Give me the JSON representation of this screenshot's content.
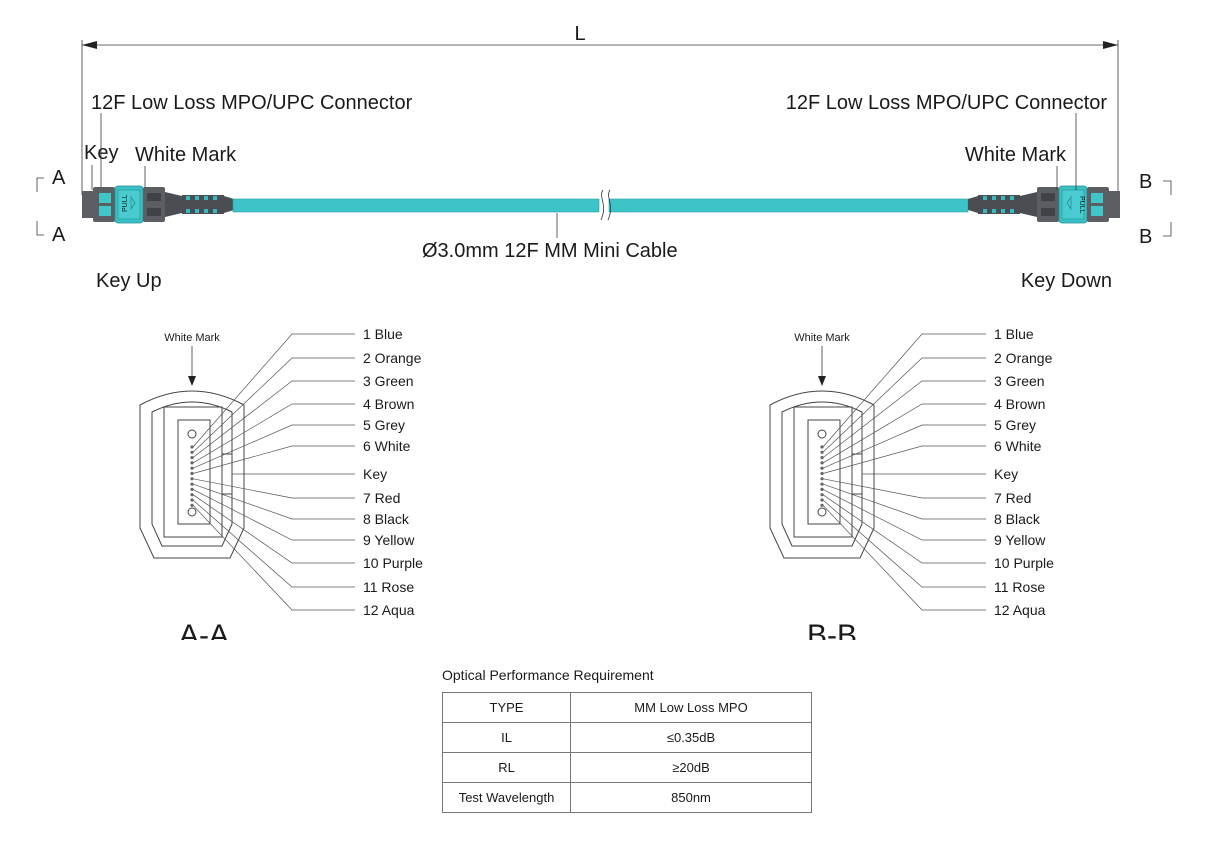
{
  "dimension": {
    "length_label": "L"
  },
  "connector_left": {
    "title": "12F Low Loss MPO/UPC Connector",
    "key_label": "Key",
    "white_mark_label": "White Mark",
    "section_letter_top": "A",
    "section_letter_bottom": "A",
    "orientation": "Key Up",
    "pull_label": "PULL"
  },
  "connector_right": {
    "title": "12F Low Loss MPO/UPC Connector",
    "white_mark_label": "White Mark",
    "section_letter_top": "B",
    "section_letter_bottom": "B",
    "orientation": "Key  Down",
    "pull_label": "PULL"
  },
  "cable": {
    "label": "Ø3.0mm 12F MM Mini Cable",
    "color": "#3cc4c8"
  },
  "colors": {
    "connector_body": "#5b5e63",
    "connector_latch": "#36c2c6",
    "boot": "#4a4d51"
  },
  "sections": [
    {
      "title": "A-A",
      "white_mark_label": "White Mark",
      "fibers": [
        "1 Blue",
        "2 Orange",
        "3 Green",
        "4 Brown",
        "5 Grey",
        "6 White",
        "Key",
        "7 Red",
        "8 Black",
        "9 Yellow",
        "10 Purple",
        "11 Rose",
        "12 Aqua"
      ]
    },
    {
      "title": "B-B",
      "white_mark_label": "White Mark",
      "fibers": [
        "1 Blue",
        "2 Orange",
        "3 Green",
        "4 Brown",
        "5 Grey",
        "6 White",
        "Key",
        "7 Red",
        "8 Black",
        "9 Yellow",
        "10 Purple",
        "11 Rose",
        "12 Aqua"
      ]
    }
  ],
  "performance": {
    "title": "Optical Performance Requirement",
    "rows": [
      [
        "TYPE",
        "MM Low Loss MPO"
      ],
      [
        "IL",
        "≤0.35dB"
      ],
      [
        "RL",
        "≥20dB"
      ],
      [
        "Test Wavelength",
        "850nm"
      ]
    ]
  }
}
